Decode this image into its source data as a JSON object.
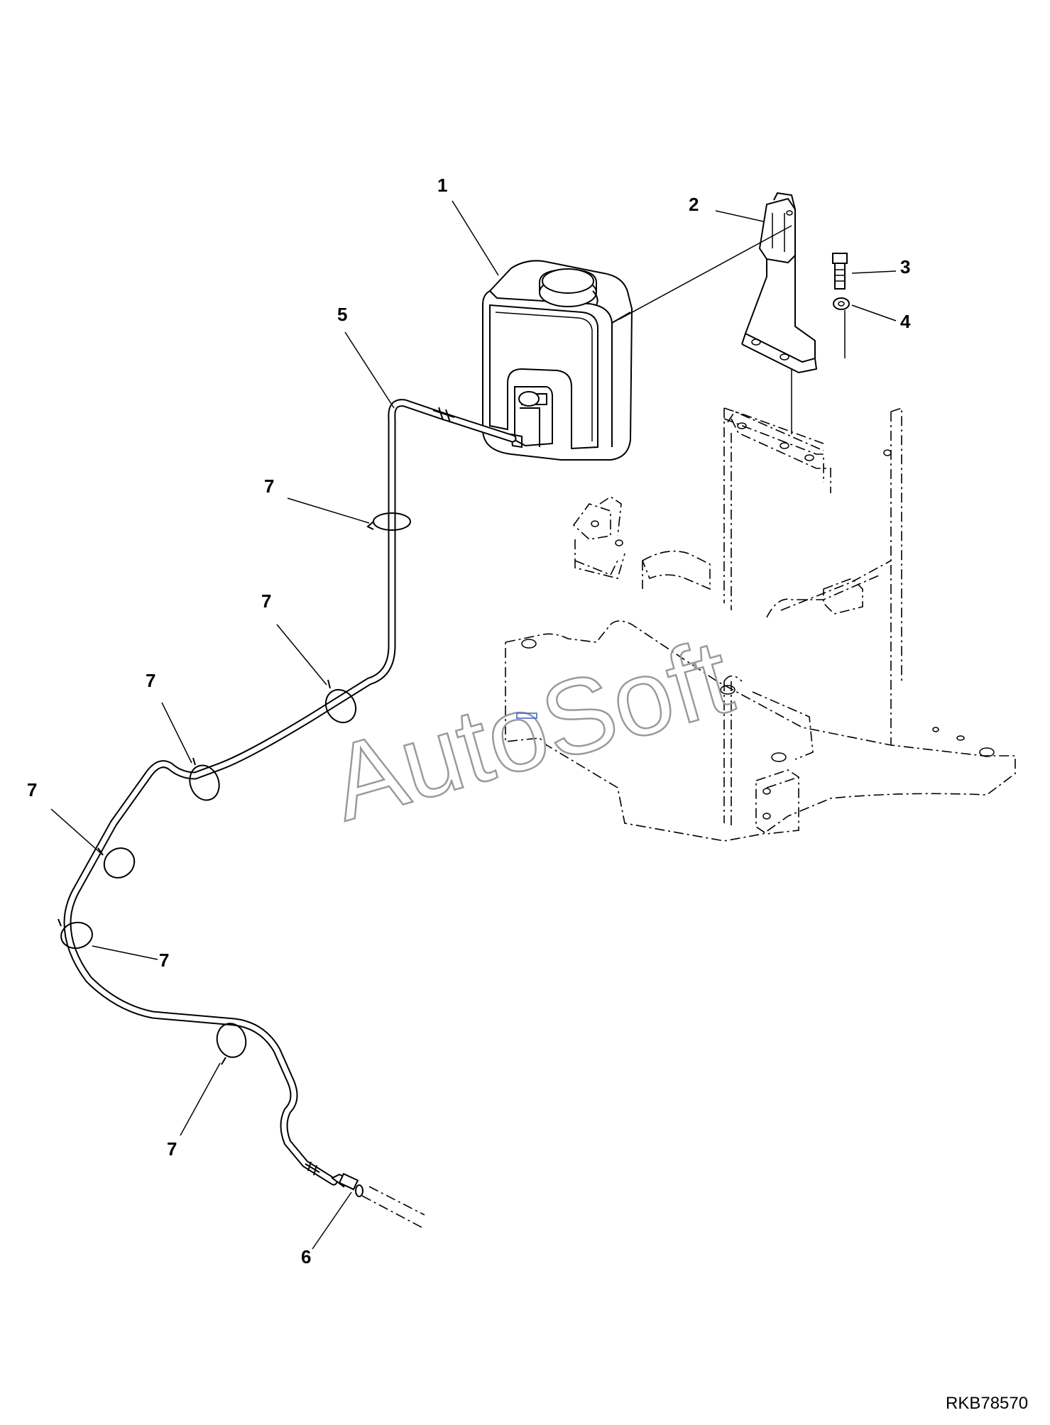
{
  "diagram": {
    "callouts": {
      "c1": "1",
      "c2": "2",
      "c3": "3",
      "c4": "4",
      "c5": "5",
      "c6": "6",
      "c7a": "7",
      "c7b": "7",
      "c7c": "7",
      "c7d": "7",
      "c7e": "7",
      "c7f": "7"
    },
    "watermark": "AutoSoft",
    "drawing_id": "RKB78570"
  }
}
